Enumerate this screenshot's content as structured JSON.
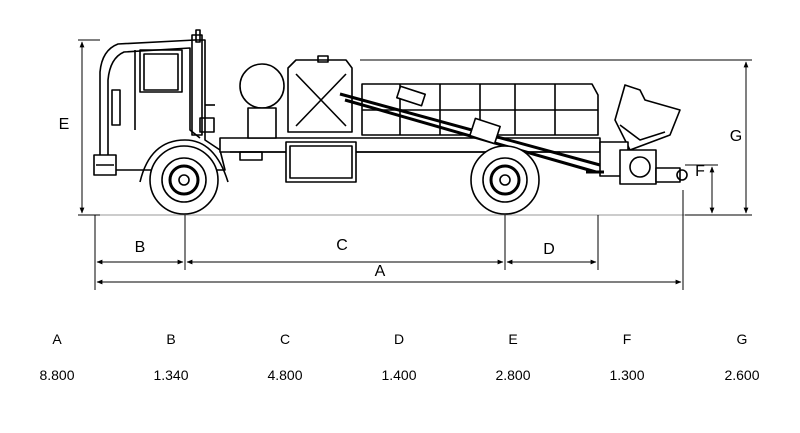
{
  "dimension_labels": [
    "A",
    "B",
    "C",
    "D",
    "E",
    "F",
    "G"
  ],
  "specs": [
    {
      "label": "A",
      "value": "8.800"
    },
    {
      "label": "B",
      "value": "1.340"
    },
    {
      "label": "C",
      "value": "4.800"
    },
    {
      "label": "D",
      "value": "1.400"
    },
    {
      "label": "E",
      "value": "2.800"
    },
    {
      "label": "F",
      "value": "1.300"
    },
    {
      "label": "G",
      "value": "2.600"
    }
  ]
}
